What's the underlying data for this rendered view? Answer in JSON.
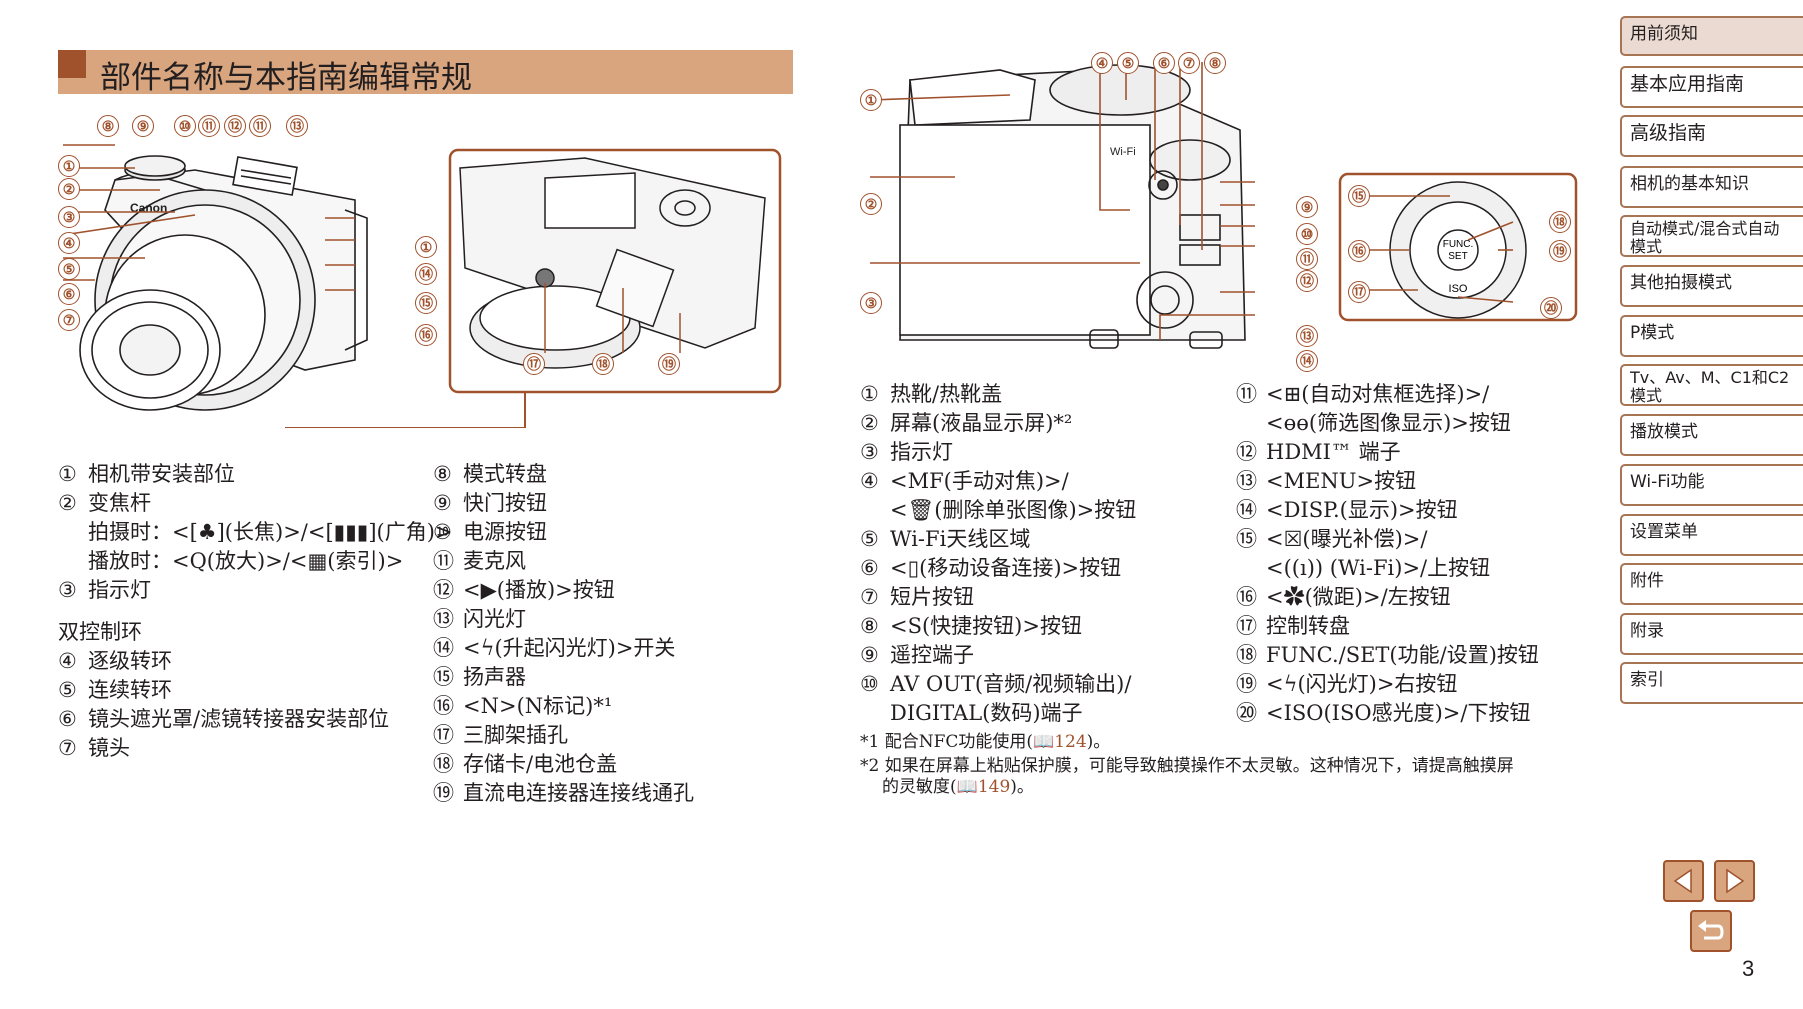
{
  "title": "部件名称与本指南编辑常规",
  "page_number": "3",
  "sidebar": [
    {
      "label": "用前须知",
      "active": true
    },
    {
      "label": "基本应用指南"
    },
    {
      "label": "高级指南"
    },
    {
      "label": "相机的基本知识"
    },
    {
      "label": "自动模式/混合式自动模式"
    },
    {
      "label": "其他拍摄模式"
    },
    {
      "label": "P模式"
    },
    {
      "label": "Tv、Av、M、C1和C2模式"
    },
    {
      "label": "播放模式"
    },
    {
      "label": "Wi-Fi功能"
    },
    {
      "label": "设置菜单"
    },
    {
      "label": "附件"
    },
    {
      "label": "附录"
    },
    {
      "label": "索引"
    }
  ],
  "figure_front": {
    "brand": "Canon",
    "callouts": [
      "⑧",
      "⑨",
      "⑩",
      "⑪",
      "⑫",
      "⑪",
      "⑬",
      "①",
      "②",
      "③",
      "④",
      "⑤",
      "⑥",
      "⑦",
      "①",
      "⑭",
      "⑮",
      "⑯",
      "⑰",
      "⑱",
      "⑲"
    ]
  },
  "figure_back": {
    "wifi_label": "Wi-Fi",
    "func_label": "FUNC.",
    "set_label": "SET",
    "iso_label": "ISO",
    "callouts": [
      "①",
      "②",
      "③",
      "④",
      "⑤",
      "⑥",
      "⑦",
      "⑧",
      "⑨",
      "⑩",
      "⑪",
      "⑫",
      "⑬",
      "⑭",
      "⑮",
      "⑯",
      "⑰",
      "⑱",
      "⑲",
      "⑳"
    ]
  },
  "list_col1": [
    {
      "n": "①",
      "t": "相机带安装部位"
    },
    {
      "n": "②",
      "t": "变焦杆"
    },
    {
      "n": "",
      "t": "拍摄时：<[♣](长焦)>/<[▮▮▮](广角)>"
    },
    {
      "n": "",
      "t": "播放时：<Q(放大)>/<▦(索引)>"
    },
    {
      "n": "③",
      "t": "指示灯"
    },
    {
      "n": "",
      "t": ""
    },
    {
      "n": "",
      "t": "双控制环",
      "flush": true
    },
    {
      "n": "④",
      "t": "逐级转环"
    },
    {
      "n": "⑤",
      "t": "连续转环"
    },
    {
      "n": "⑥",
      "t": "镜头遮光罩/滤镜转接器安装部位"
    },
    {
      "n": "⑦",
      "t": "镜头"
    }
  ],
  "list_col2": [
    {
      "n": "⑧",
      "t": "模式转盘"
    },
    {
      "n": "⑨",
      "t": "快门按钮"
    },
    {
      "n": "⑩",
      "t": "电源按钮"
    },
    {
      "n": "⑪",
      "t": "麦克风"
    },
    {
      "n": "⑫",
      "t": "<▶(播放)>按钮"
    },
    {
      "n": "⑬",
      "t": "闪光灯"
    },
    {
      "n": "⑭",
      "t": "<ϟ(升起闪光灯)>开关"
    },
    {
      "n": "⑮",
      "t": "扬声器"
    },
    {
      "n": "⑯",
      "t": "<N>(N标记)*¹"
    },
    {
      "n": "⑰",
      "t": "三脚架插孔"
    },
    {
      "n": "⑱",
      "t": "存储卡/电池仓盖"
    },
    {
      "n": "⑲",
      "t": "直流电连接器连接线通孔"
    }
  ],
  "list_col3": [
    {
      "n": "①",
      "t": "热靴/热靴盖"
    },
    {
      "n": "②",
      "t": "屏幕(液晶显示屏)*²"
    },
    {
      "n": "③",
      "t": "指示灯"
    },
    {
      "n": "④",
      "t": "<MF(手动对焦)>/"
    },
    {
      "n": "",
      "t": "<🗑(删除单张图像)>按钮"
    },
    {
      "n": "⑤",
      "t": "Wi-Fi天线区域"
    },
    {
      "n": "⑥",
      "t": "<▯(移动设备连接)>按钮"
    },
    {
      "n": "⑦",
      "t": "短片按钮"
    },
    {
      "n": "⑧",
      "t": "<S(快捷按钮)>按钮"
    },
    {
      "n": "⑨",
      "t": "遥控端子"
    },
    {
      "n": "⑩",
      "t": "AV OUT(音频/视频输出)/"
    },
    {
      "n": "",
      "t": "DIGITAL(数码)端子"
    }
  ],
  "list_col4": [
    {
      "n": "⑪",
      "t": "<⊞(自动对焦框选择)>/"
    },
    {
      "n": "",
      "t": "<ɵɵ(筛选图像显示)>按钮"
    },
    {
      "n": "⑫",
      "t": "HDMI™ 端子"
    },
    {
      "n": "⑬",
      "t": "<MENU>按钮"
    },
    {
      "n": "⑭",
      "t": "<DISP.(显示)>按钮"
    },
    {
      "n": "⑮",
      "t": "<☒(曝光补偿)>/"
    },
    {
      "n": "",
      "t": "<((ı)) (Wi-Fi)>/上按钮"
    },
    {
      "n": "⑯",
      "t": "<✿(微距)>/左按钮"
    },
    {
      "n": "⑰",
      "t": "控制转盘"
    },
    {
      "n": "⑱",
      "t": "FUNC./SET(功能/设置)按钮"
    },
    {
      "n": "⑲",
      "t": "<ϟ(闪光灯)>右按钮"
    },
    {
      "n": "⑳",
      "t": "<ISO(ISO感光度)>/下按钮"
    }
  ],
  "footnotes": {
    "f1_prefix": "*1 配合NFC功能使用(",
    "f1_ref": "124",
    "f1_suffix": ")。",
    "f2_line1": "*2 如果在屏幕上粘贴保护膜，可能导致触摸操作不太灵敏。这种情况下，请提高触摸屏",
    "f2_line2_prefix": "的灵敏度(",
    "f2_ref": "149",
    "f2_suffix": ")。"
  },
  "nav": {
    "prev": "◀",
    "next": "▶",
    "back": "↩"
  },
  "colors": {
    "accent": "#a0522d",
    "title_bar": "#d9a57f",
    "active_tab": "#eadad1"
  }
}
